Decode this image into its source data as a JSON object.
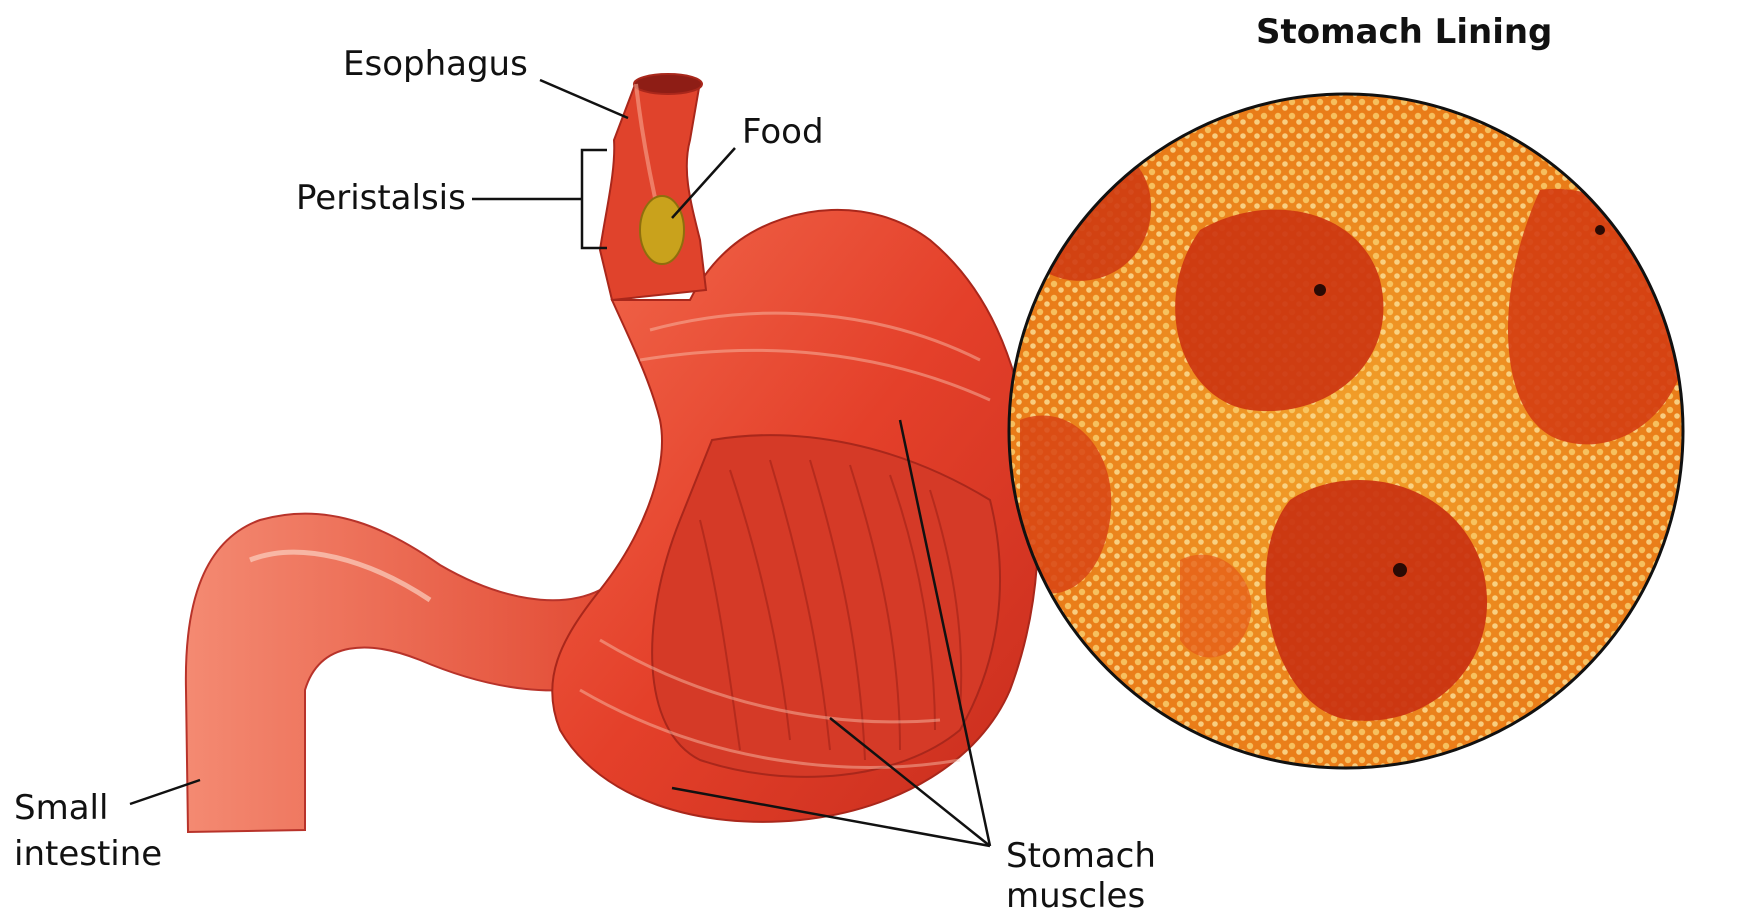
{
  "title": "Stomach Lining",
  "labels": {
    "esophagus": "Esophagus",
    "food": "Food",
    "peristalsis": "Peristalsis",
    "small_intestine_line1": "Small",
    "small_intestine_line2": "intestine",
    "stomach_muscles_line1": "Stomach",
    "stomach_muscles_line2": "muscles"
  },
  "colors": {
    "stomach": "#e8472f",
    "stomach_dark": "#b8231a",
    "stomach_light": "#f47a5e",
    "food": "#c9a21c",
    "lining_base": "#f08c1a",
    "lining_blob": "#d2360f",
    "lining_dot": "#f7c35a"
  }
}
